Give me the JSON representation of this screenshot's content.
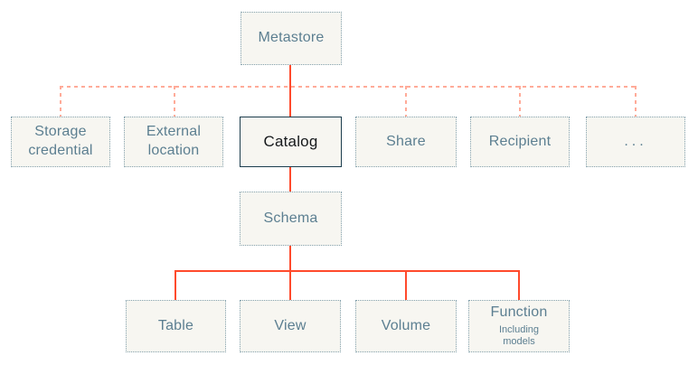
{
  "diagram": {
    "description": "Unity Catalog style object-model hierarchy diagram",
    "nodes": {
      "metastore": {
        "label": "Metastore"
      },
      "storage_credential": {
        "label": "Storage credential"
      },
      "external_location": {
        "label": "External location"
      },
      "catalog": {
        "label": "Catalog"
      },
      "share": {
        "label": "Share"
      },
      "recipient": {
        "label": "Recipient"
      },
      "ellipsis": {
        "label": "..."
      },
      "schema": {
        "label": "Schema"
      },
      "table": {
        "label": "Table"
      },
      "view": {
        "label": "View"
      },
      "volume": {
        "label": "Volume"
      },
      "function": {
        "label": "Function",
        "sublabel": "Including models"
      }
    },
    "edges": [
      {
        "from": "metastore",
        "to": "catalog",
        "style": "solid"
      },
      {
        "from": "metastore",
        "to": "storage_credential",
        "style": "dashed"
      },
      {
        "from": "metastore",
        "to": "external_location",
        "style": "dashed"
      },
      {
        "from": "metastore",
        "to": "share",
        "style": "dashed"
      },
      {
        "from": "metastore",
        "to": "recipient",
        "style": "dashed"
      },
      {
        "from": "metastore",
        "to": "ellipsis",
        "style": "dashed"
      },
      {
        "from": "catalog",
        "to": "schema",
        "style": "solid"
      },
      {
        "from": "schema",
        "to": "table",
        "style": "solid"
      },
      {
        "from": "schema",
        "to": "view",
        "style": "solid"
      },
      {
        "from": "schema",
        "to": "volume",
        "style": "solid"
      },
      {
        "from": "schema",
        "to": "function",
        "style": "solid"
      }
    ]
  },
  "colors": {
    "page_bg": "#ffffff",
    "accent_solid": "#ff4a2c",
    "accent_dashed": "#ffab99",
    "box_fill": "#f7f6f1",
    "box_border": "#84a1ad",
    "catalog_border": "#1d3e4e",
    "catalog_text": "#16191c",
    "label_text": "#5c7f91"
  }
}
